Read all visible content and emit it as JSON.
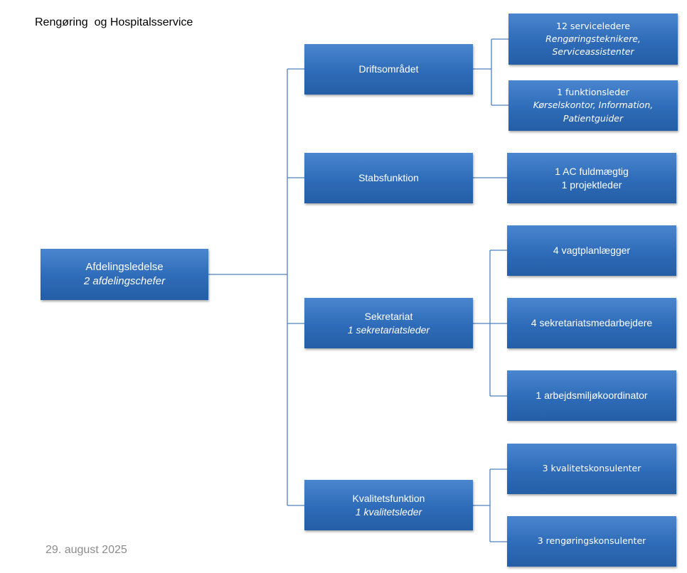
{
  "header": {
    "title": "Rengøring  og Hospitalsservice"
  },
  "footer": {
    "date": "29. august  2025"
  },
  "colors": {
    "box_top": "#4a86cf",
    "box_bottom": "#245ea6",
    "connector": "#4f81bd"
  },
  "chart": {
    "root": {
      "title": "Afdelingsledelse",
      "subtitle": "2 afdelingschefer"
    },
    "branches": [
      {
        "title": "Driftsområdet",
        "children": [
          {
            "title": "12 serviceledere",
            "subtitle": "Rengøringsteknikere, Serviceassistenter"
          },
          {
            "title": "1 funktionsleder",
            "subtitle": "Kørselskontor, Information, Patientguider"
          }
        ]
      },
      {
        "title": "Stabsfunktion",
        "children": [
          {
            "title": "1 AC fuldmægtig",
            "subtitle": "1 projektleder"
          }
        ]
      },
      {
        "title": "Sekretariat",
        "subtitle": "1 sekretariatsleder",
        "children": [
          {
            "title": "4 vagtplanlægger"
          },
          {
            "title": "4 sekretariatsmedarbejdere"
          },
          {
            "title": "1 arbejdsmiljøkoordinator"
          }
        ]
      },
      {
        "title": "Kvalitetsfunktion",
        "subtitle": "1 kvalitetsleder",
        "children": [
          {
            "title": "3 kvalitetskonsulenter"
          },
          {
            "title": "3 rengøringskonsulenter"
          }
        ]
      }
    ]
  }
}
